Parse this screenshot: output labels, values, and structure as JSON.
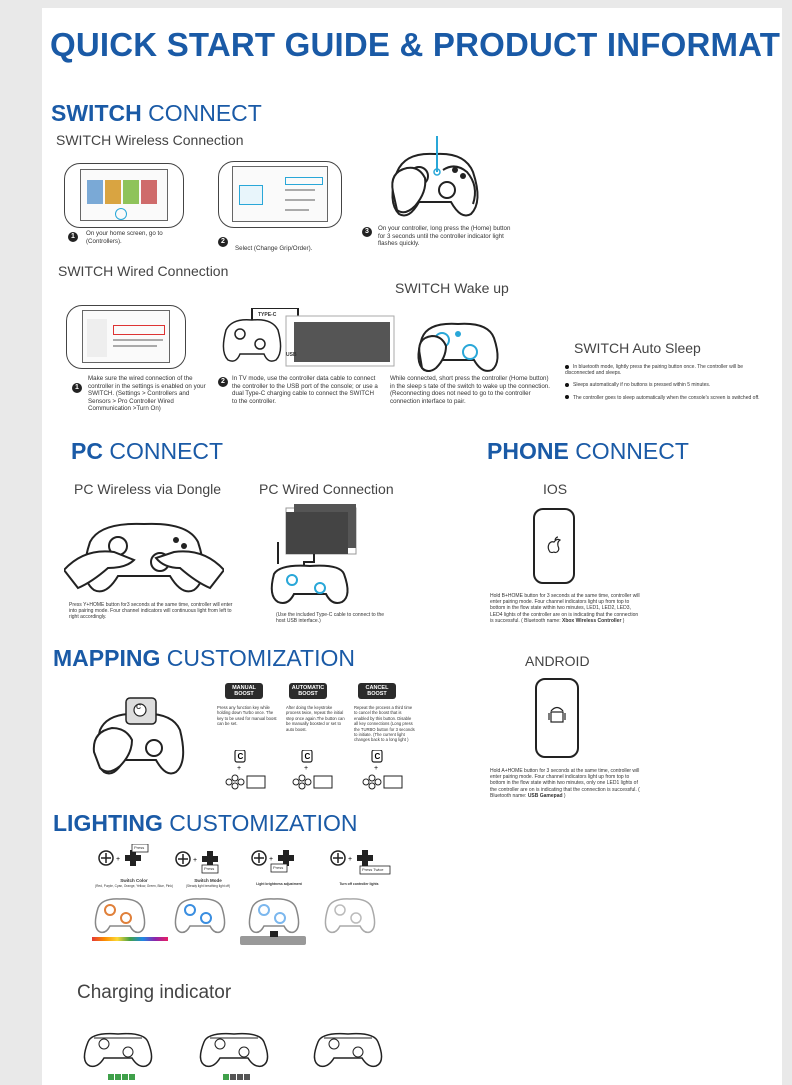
{
  "title": "QUICK START GUIDE & PRODUCT INFORMATION",
  "switch": {
    "heading_bold": "SWITCH",
    "heading_rest": "CONNECT",
    "wireless_title": "SWITCH Wireless Connection",
    "step1": "On your home screen, go to (Controllers).",
    "step2": "Select (Change Grip/Order).",
    "step3": "On your controller, long press the (Home) button for 3 seconds until the controller indicator light flashes quickly.",
    "wired_title": "SWITCH Wired Connection",
    "wired_step1": "Make sure the wired connection of the controller in the settings is enabled on your SWITCH. (Settings > Controllers and Sensors > Pro Controller Wired Communication >Turn On)",
    "wired_step2": "In TV mode, use the controller data cable to connect the controller to the USB port of the console; or use a dual Type-C charging cable to connect the SWITCH to the controller.",
    "type_c_label": "TYPE-C",
    "usb_label": "USB",
    "wake_title": "SWITCH Wake up",
    "wake_text": "While connected, short press the controller (Home button) in the sleep s tate of the switch to wake up the connection. (Reconnecting does not need to go to the controller connection interface to pair.",
    "sleep_title": "SWITCH Auto Sleep",
    "sleep_items": [
      "In bluetooth mode, lightly press the pairing button once. The controller will be disconnected and sleeps.",
      "Sleeps automatically if no buttons is pressed within 5 minutes.",
      "The controller goes to sleep automatically when the console's screen is switched off."
    ]
  },
  "pc": {
    "heading_bold": "PC",
    "heading_rest": "CONNECT",
    "wireless_title": "PC Wireless via Dongle",
    "wireless_text": "Press Y+HOME button for3 seconds at the same time, controller will enter into pairing mode. Four channel indicators will continuous light from left to right accordingly.",
    "wired_title": "PC Wired Connection",
    "wired_text": "(Use the included Type-C cable to connect to the host USB interface.)"
  },
  "phone": {
    "heading_bold": "PHONE",
    "heading_rest": "CONNECT",
    "ios_title": "IOS",
    "ios_text": "Hold B+HOME button for 3 seconds at the same time, controller will enter pairing mode. Four channel indicators light up from top to bottom in the flow state within two minutes, LED1, LED2, LED3, LED4 lights of the controller are on is indicating that the connection is successful. ( Bluetooth name:",
    "ios_name": "Xbox Wireless Controller",
    "android_title": "ANDROID",
    "android_text": "Hold A+HOME button for 3 seconds at the same time, controller will enter pairing mode. Four channel indicators light up from top to bottom in the flow state within two minutes, only one LED1 lights of the controller are on is indicating that the connection is successful. ( Bluetooth name:",
    "android_name": "USB Gamepad"
  },
  "mapping": {
    "heading_bold": "MAPPING",
    "heading_rest": "CUSTOMIZATION",
    "badges": [
      "MANUAL BOOST",
      "AUTOMATIC BOOST",
      "CANCEL BOOST"
    ],
    "texts": [
      "Press any function key while holding down Turbo once. The key to be used for manual boost can be set.",
      "After doing the keystroke process twice, repeat the initial step once again.The button can be manually boosted or set to auto boost.",
      "Repeat the process a third time to cancel the boost that is enabled by this button. Disable all key connections (Long press the TURBO button for 3 seconds to initiate. (The current light changes back to a long light )"
    ],
    "c_label": "C"
  },
  "lighting": {
    "heading_bold": "LIGHTING",
    "heading_rest": "CUSTOMIZATION",
    "press": "Press",
    "press_twice": "Press Twice",
    "captions": [
      "Switch Color",
      "Switch Mode",
      "Light brightness adjustment",
      "Turn off controller lights"
    ],
    "subcaptions": [
      "(Red, Purple, Cyan, Orange, Yellow, Green, Blue, Pink)",
      "(Steady light breathing light off)"
    ]
  },
  "charging": {
    "title": "Charging indicator"
  },
  "colors": {
    "brand_blue": "#1a5aa6",
    "cyan": "#29a7d8",
    "led_green": "#3fa04a"
  }
}
